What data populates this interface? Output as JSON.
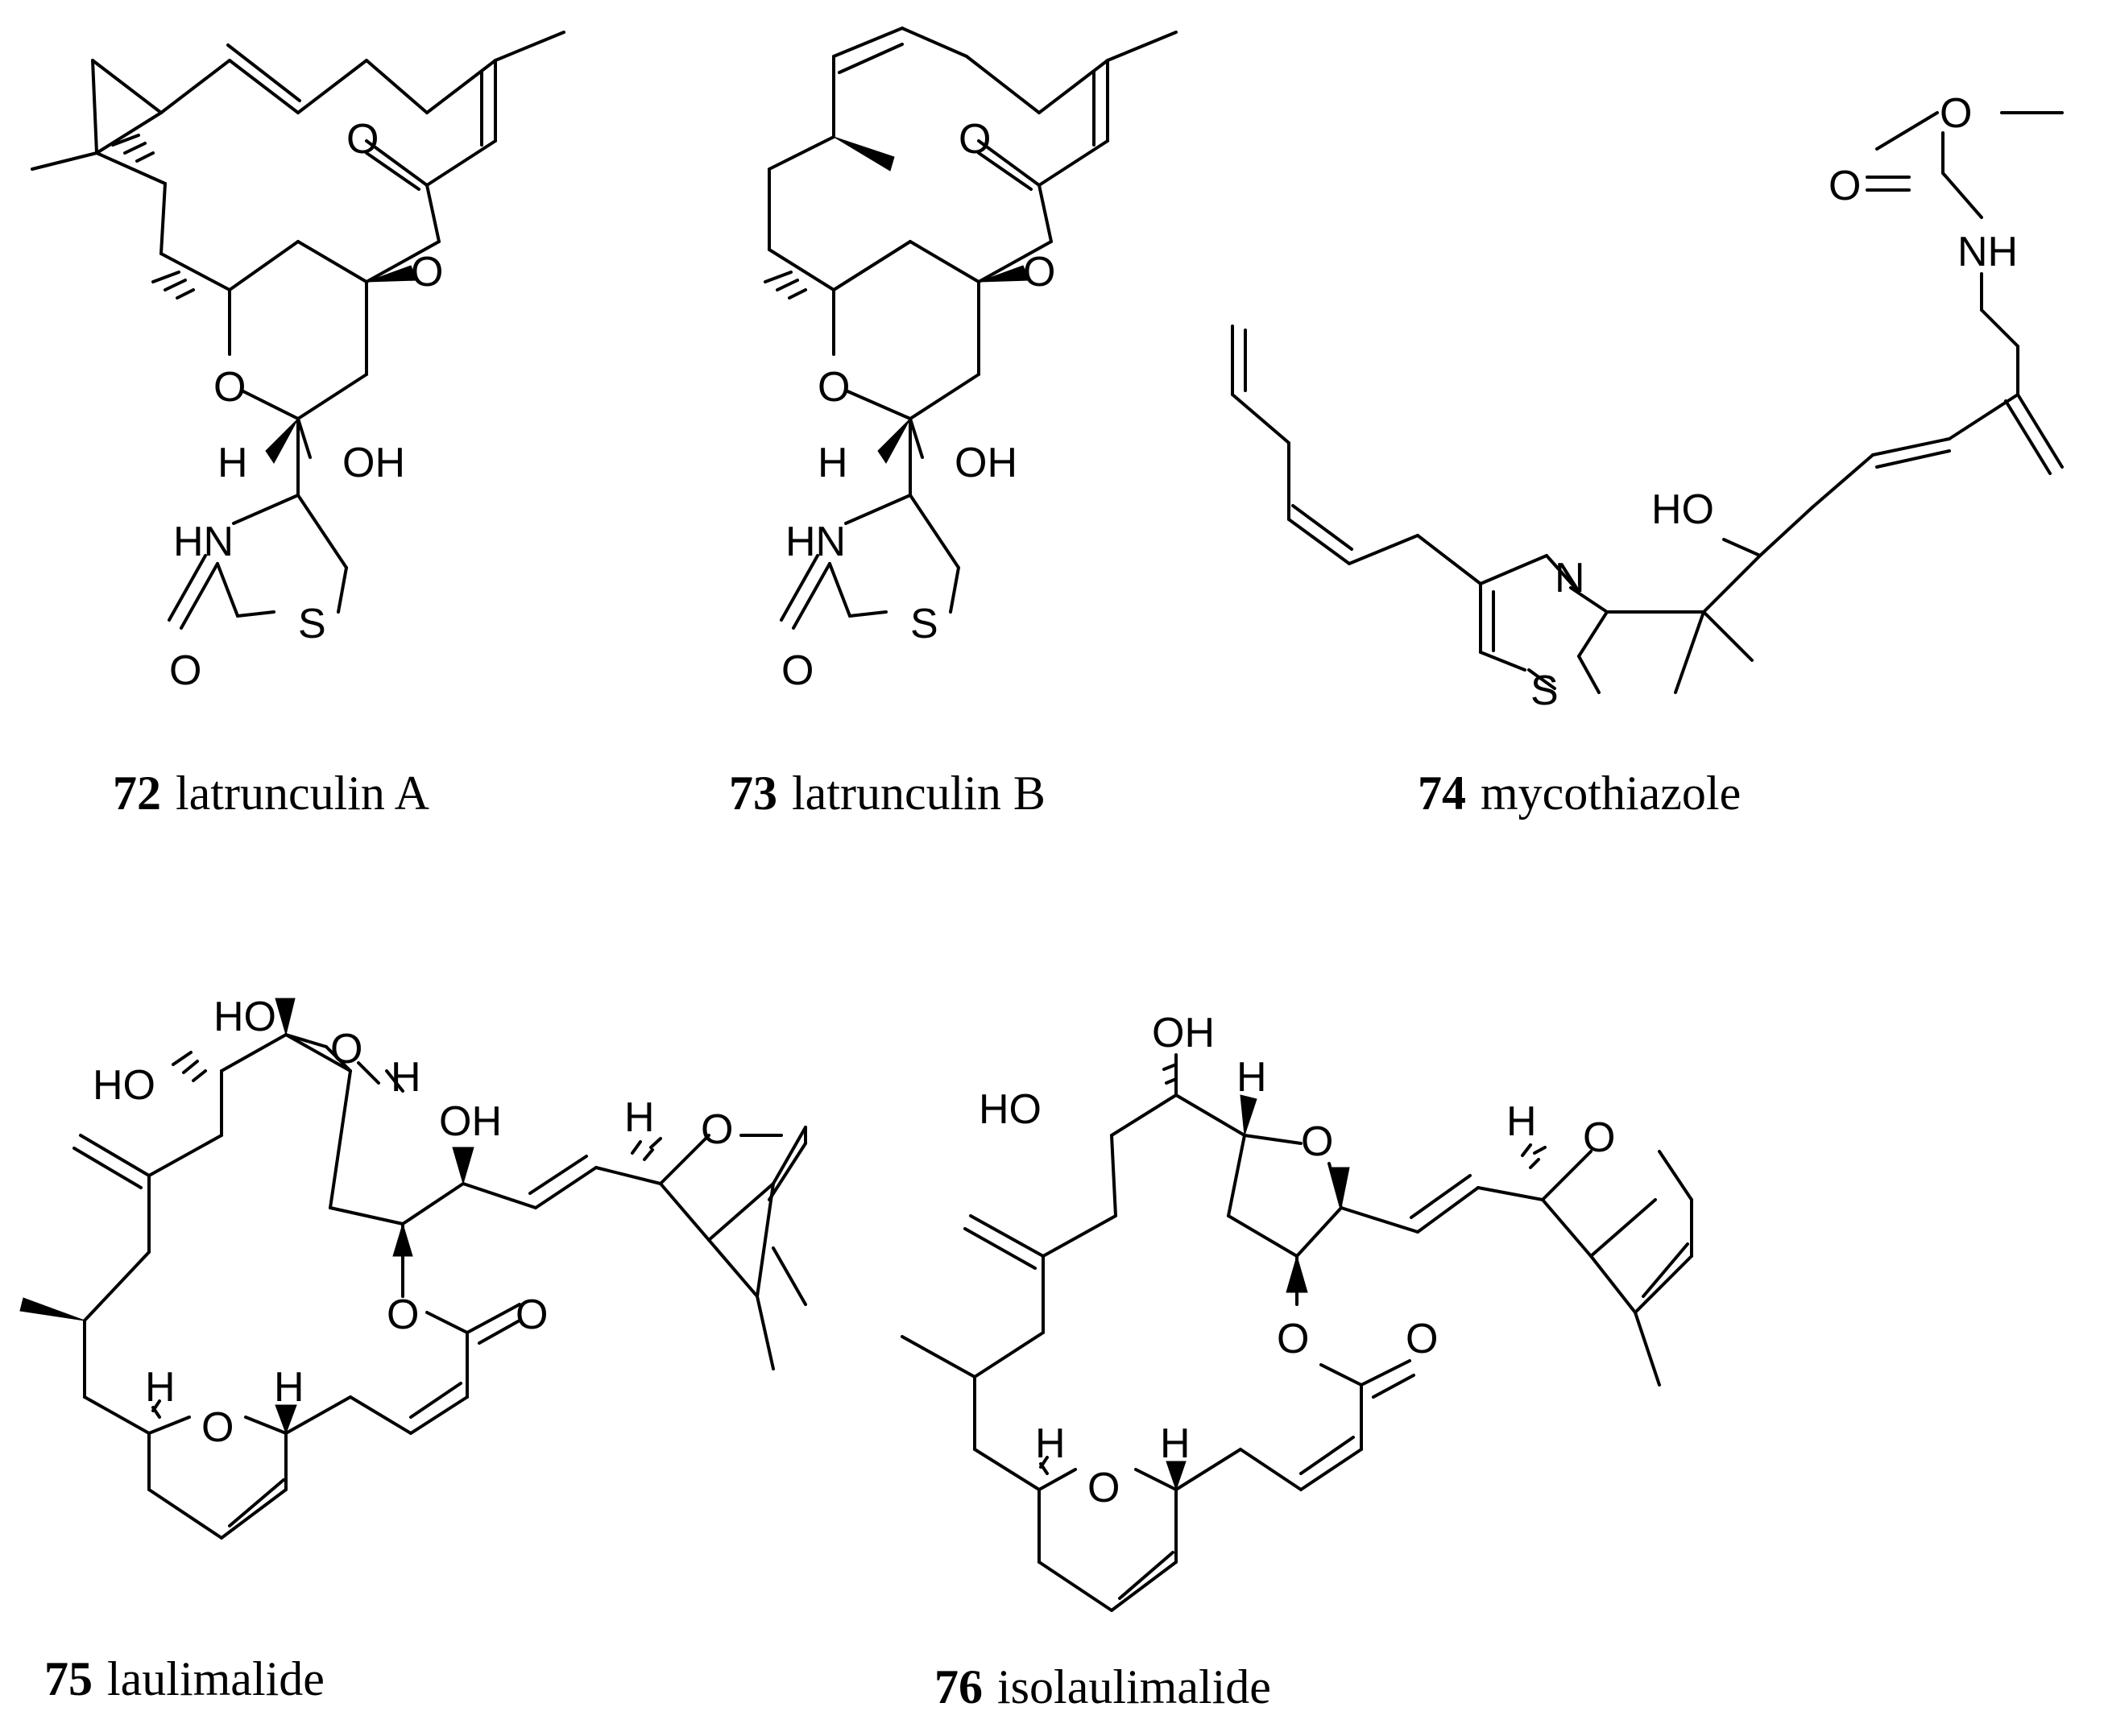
{
  "compounds": [
    {
      "number": "72",
      "name": "latrunculin A",
      "atoms": {
        "o_carbonyl": "O",
        "o_ester": "O",
        "o_ring": "O",
        "oh": "OH",
        "h": "H",
        "hn": "HN",
        "s": "S",
        "o_urea": "O"
      }
    },
    {
      "number": "73",
      "name": "latrunculin B",
      "atoms": {
        "o_carbonyl": "O",
        "o_ester": "O",
        "o_ring": "O",
        "oh": "OH",
        "h": "H",
        "hn": "HN",
        "s": "S",
        "o_urea": "O"
      }
    },
    {
      "number": "74",
      "name": "mycothiazole",
      "atoms": {
        "o_methoxy": "O",
        "o_carbonyl": "O",
        "nh": "NH",
        "ho": "HO",
        "n": "N",
        "s": "S"
      }
    },
    {
      "number": "75",
      "name": "laulimalide",
      "atoms": {
        "ho_top": "HO",
        "ho_left": "HO",
        "o_epoxide": "O",
        "h_epoxide": "H",
        "oh": "OH",
        "h_dhp": "H",
        "o_dhp": "O",
        "o_ester": "O",
        "o_carbonyl": "O",
        "h1": "H",
        "o_pyran": "O",
        "h2": "H"
      }
    },
    {
      "number": "76",
      "name": "isolaulimalide",
      "atoms": {
        "oh_top": "OH",
        "ho_left": "HO",
        "h_thf": "H",
        "o_thf": "O",
        "h_dhp": "H",
        "o_dhp": "O",
        "o_ester": "O",
        "o_carbonyl": "O",
        "h1": "H",
        "o_pyran": "O",
        "h2": "H"
      }
    }
  ]
}
